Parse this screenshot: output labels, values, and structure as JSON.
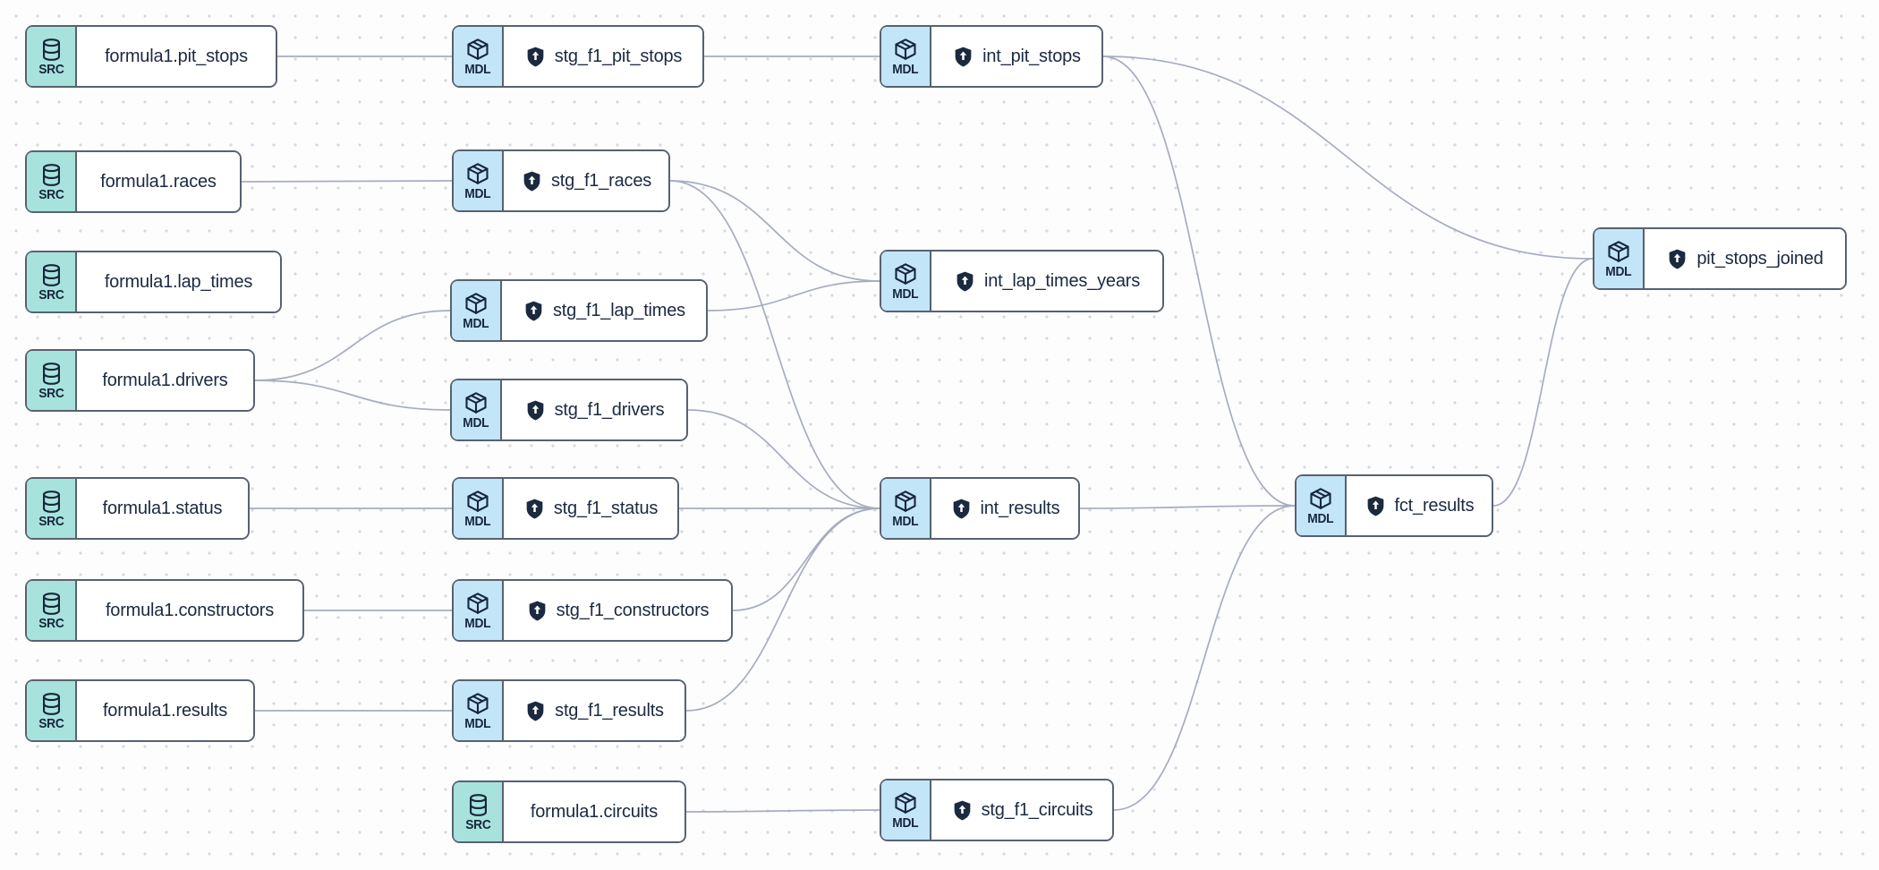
{
  "canvas": {
    "background_color": "#fdfdfe",
    "dot_grid_color": "#d7d9dd"
  },
  "colors": {
    "source_badge_bg": "#a7e3dc",
    "model_badge_bg": "#c3e5f8",
    "node_border": "#576270",
    "edge": "#a6adbe",
    "text": "#1b2940",
    "shield_fill": "#1b2a3e"
  },
  "badge_labels": {
    "source": "SRC",
    "model": "MDL"
  },
  "nodes": [
    {
      "id": "src_pit_stops",
      "type": "source",
      "badge": "SRC",
      "icon": "database-icon",
      "shield": false,
      "label": "formula1.pit_stops"
    },
    {
      "id": "src_races",
      "type": "source",
      "badge": "SRC",
      "icon": "database-icon",
      "shield": false,
      "label": "formula1.races"
    },
    {
      "id": "src_lap_times",
      "type": "source",
      "badge": "SRC",
      "icon": "database-icon",
      "shield": false,
      "label": "formula1.lap_times"
    },
    {
      "id": "src_drivers",
      "type": "source",
      "badge": "SRC",
      "icon": "database-icon",
      "shield": false,
      "label": "formula1.drivers"
    },
    {
      "id": "src_status",
      "type": "source",
      "badge": "SRC",
      "icon": "database-icon",
      "shield": false,
      "label": "formula1.status"
    },
    {
      "id": "src_constructors",
      "type": "source",
      "badge": "SRC",
      "icon": "database-icon",
      "shield": false,
      "label": "formula1.constructors"
    },
    {
      "id": "src_results",
      "type": "source",
      "badge": "SRC",
      "icon": "database-icon",
      "shield": false,
      "label": "formula1.results"
    },
    {
      "id": "src_circuits",
      "type": "source",
      "badge": "SRC",
      "icon": "database-icon",
      "shield": false,
      "label": "formula1.circuits"
    },
    {
      "id": "stg_pit_stops",
      "type": "model",
      "badge": "MDL",
      "icon": "cube-icon",
      "shield": true,
      "label": "stg_f1_pit_stops"
    },
    {
      "id": "stg_races",
      "type": "model",
      "badge": "MDL",
      "icon": "cube-icon",
      "shield": true,
      "label": "stg_f1_races"
    },
    {
      "id": "stg_lap_times",
      "type": "model",
      "badge": "MDL",
      "icon": "cube-icon",
      "shield": true,
      "label": "stg_f1_lap_times"
    },
    {
      "id": "stg_drivers",
      "type": "model",
      "badge": "MDL",
      "icon": "cube-icon",
      "shield": true,
      "label": "stg_f1_drivers"
    },
    {
      "id": "stg_status",
      "type": "model",
      "badge": "MDL",
      "icon": "cube-icon",
      "shield": true,
      "label": "stg_f1_status"
    },
    {
      "id": "stg_constructors",
      "type": "model",
      "badge": "MDL",
      "icon": "cube-icon",
      "shield": true,
      "label": "stg_f1_constructors"
    },
    {
      "id": "stg_results",
      "type": "model",
      "badge": "MDL",
      "icon": "cube-icon",
      "shield": true,
      "label": "stg_f1_results"
    },
    {
      "id": "stg_circuits",
      "type": "model",
      "badge": "MDL",
      "icon": "cube-icon",
      "shield": true,
      "label": "stg_f1_circuits"
    },
    {
      "id": "int_pit_stops",
      "type": "model",
      "badge": "MDL",
      "icon": "cube-icon",
      "shield": true,
      "label": "int_pit_stops"
    },
    {
      "id": "int_lap_times_years",
      "type": "model",
      "badge": "MDL",
      "icon": "cube-icon",
      "shield": true,
      "label": "int_lap_times_years"
    },
    {
      "id": "int_results",
      "type": "model",
      "badge": "MDL",
      "icon": "cube-icon",
      "shield": true,
      "label": "int_results"
    },
    {
      "id": "fct_results",
      "type": "model",
      "badge": "MDL",
      "icon": "cube-icon",
      "shield": true,
      "label": "fct_results"
    },
    {
      "id": "pit_stops_joined",
      "type": "model",
      "badge": "MDL",
      "icon": "cube-icon",
      "shield": true,
      "label": "pit_stops_joined"
    }
  ],
  "edges": [
    {
      "from": "src_pit_stops",
      "to": "stg_pit_stops"
    },
    {
      "from": "src_races",
      "to": "stg_races"
    },
    {
      "from": "src_drivers",
      "to": "stg_lap_times"
    },
    {
      "from": "src_drivers",
      "to": "stg_drivers"
    },
    {
      "from": "src_status",
      "to": "stg_status"
    },
    {
      "from": "src_constructors",
      "to": "stg_constructors"
    },
    {
      "from": "src_results",
      "to": "stg_results"
    },
    {
      "from": "src_circuits",
      "to": "stg_circuits"
    },
    {
      "from": "stg_pit_stops",
      "to": "int_pit_stops"
    },
    {
      "from": "stg_races",
      "to": "int_lap_times_years"
    },
    {
      "from": "stg_races",
      "to": "int_results"
    },
    {
      "from": "stg_lap_times",
      "to": "int_lap_times_years"
    },
    {
      "from": "stg_drivers",
      "to": "int_results"
    },
    {
      "from": "stg_status",
      "to": "int_results"
    },
    {
      "from": "stg_constructors",
      "to": "int_results"
    },
    {
      "from": "stg_results",
      "to": "int_results"
    },
    {
      "from": "int_pit_stops",
      "to": "pit_stops_joined"
    },
    {
      "from": "int_pit_stops",
      "to": "fct_results"
    },
    {
      "from": "int_results",
      "to": "fct_results"
    },
    {
      "from": "stg_circuits",
      "to": "fct_results"
    },
    {
      "from": "fct_results",
      "to": "pit_stops_joined"
    }
  ]
}
